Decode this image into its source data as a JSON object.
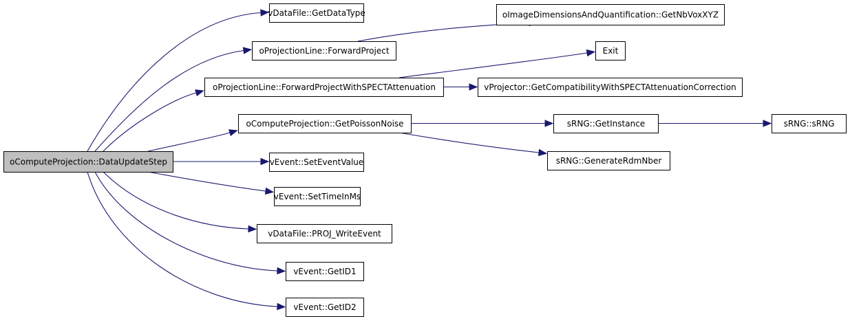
{
  "diagram": {
    "edge_color": "#191970",
    "root_fill": "#bfbfbf",
    "node_fill": "#ffffff",
    "nodes": [
      {
        "id": "root",
        "label": "oComputeProjection::DataUpdateStep",
        "root": true
      },
      {
        "id": "getdatatype",
        "label": "vDataFile::GetDataType"
      },
      {
        "id": "forwardproject",
        "label": "oProjectionLine::ForwardProject"
      },
      {
        "id": "fwdspect",
        "label": "oProjectionLine::ForwardProjectWithSPECTAttenuation"
      },
      {
        "id": "poisson",
        "label": "oComputeProjection::GetPoissonNoise"
      },
      {
        "id": "seteventvalue",
        "label": "vEvent::SetEventValue"
      },
      {
        "id": "settimeinms",
        "label": "vEvent::SetTimeInMs"
      },
      {
        "id": "writeevent",
        "label": "vDataFile::PROJ_WriteEvent"
      },
      {
        "id": "getid1",
        "label": "vEvent::GetID1"
      },
      {
        "id": "getid2",
        "label": "vEvent::GetID2"
      },
      {
        "id": "getnbvox",
        "label": "oImageDimensionsAndQuantification::GetNbVoxXYZ"
      },
      {
        "id": "exit",
        "label": "Exit"
      },
      {
        "id": "compat",
        "label": "vProjector::GetCompatibilityWithSPECTAttenuationCorrection"
      },
      {
        "id": "getinstance",
        "label": "sRNG::GetInstance"
      },
      {
        "id": "rdmnber",
        "label": "sRNG::GenerateRdmNber"
      },
      {
        "id": "srng",
        "label": "sRNG::sRNG"
      }
    ],
    "edges": [
      {
        "from": "root",
        "to": "getdatatype"
      },
      {
        "from": "root",
        "to": "forwardproject"
      },
      {
        "from": "root",
        "to": "fwdspect"
      },
      {
        "from": "root",
        "to": "poisson"
      },
      {
        "from": "root",
        "to": "seteventvalue"
      },
      {
        "from": "root",
        "to": "settimeinms"
      },
      {
        "from": "root",
        "to": "writeevent"
      },
      {
        "from": "root",
        "to": "getid1"
      },
      {
        "from": "root",
        "to": "getid2"
      },
      {
        "from": "forwardproject",
        "to": "getnbvox"
      },
      {
        "from": "fwdspect",
        "to": "exit"
      },
      {
        "from": "fwdspect",
        "to": "compat"
      },
      {
        "from": "poisson",
        "to": "getinstance"
      },
      {
        "from": "poisson",
        "to": "rdmnber"
      },
      {
        "from": "getinstance",
        "to": "srng"
      }
    ]
  }
}
